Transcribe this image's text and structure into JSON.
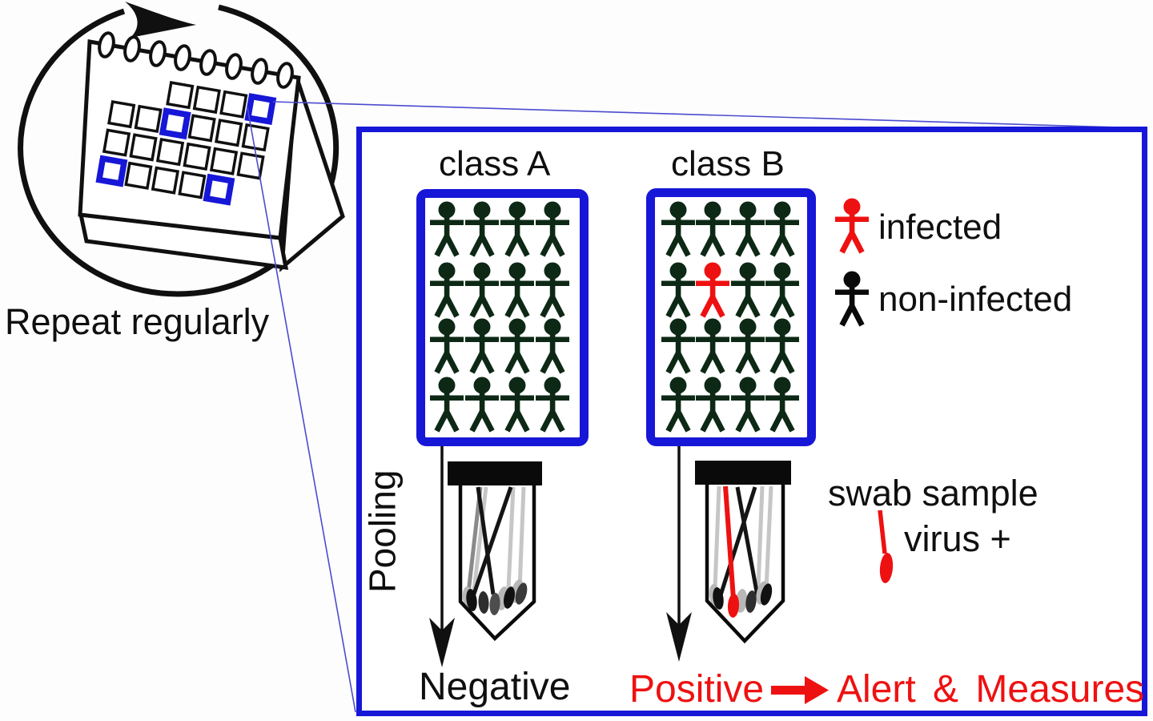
{
  "diagram": {
    "repeat_label": "Repeat regularly",
    "pooling_label": "Pooling",
    "class_a": {
      "label": "class A",
      "students": 16,
      "infected_count": 0,
      "result_label": "Negative"
    },
    "class_b": {
      "label": "class B",
      "students": 16,
      "infected_count": 1,
      "infected_position": "row 2, col 2",
      "result_label": "Positive"
    },
    "action_label": "Alert & Measures",
    "legend": {
      "infected_label": "infected",
      "non_infected_label": "non-infected"
    },
    "swab": {
      "sample_label": "swab sample",
      "virus_label": "virus +"
    },
    "calendar": {
      "highlighted_days": 4,
      "grid_rows": 4,
      "grid_cols": 6
    },
    "colors": {
      "accent_blue": "#1717d8",
      "alert_red": "#ee1111",
      "figure_green": "#0d2916",
      "ink_black": "#0f0f0f"
    }
  }
}
